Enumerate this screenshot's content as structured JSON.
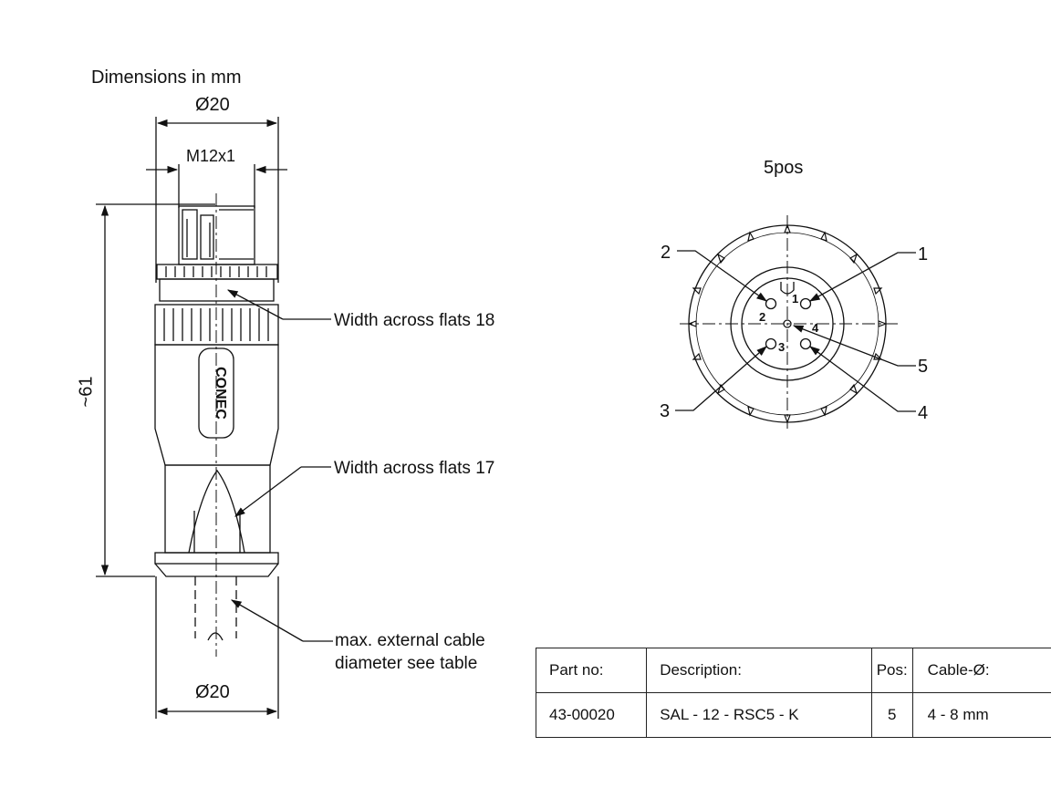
{
  "header": {
    "dimensions_note": "Dimensions in mm"
  },
  "side_view": {
    "top_diameter": "Ø20",
    "thread": "M12x1",
    "length": "~61",
    "bottom_diameter": "Ø20",
    "logo_text": "CONEC",
    "callouts": {
      "flats_18": "Width across flats 18",
      "flats_17": "Width across flats 17",
      "cable_line1": "max. external cable",
      "cable_line2": "diameter see table"
    }
  },
  "face_view": {
    "title": "5pos",
    "pin_labels": [
      "1",
      "2",
      "3",
      "4",
      "5"
    ],
    "inner_labels": [
      "1",
      "2",
      "3",
      "4"
    ]
  },
  "table": {
    "headers": [
      "Part no:",
      "Description:",
      "Pos:",
      "Cable-Ø:"
    ],
    "rows": [
      [
        "43-00020",
        "SAL - 12 - RSC5 - K",
        "5",
        "4 - 8 mm"
      ]
    ]
  }
}
